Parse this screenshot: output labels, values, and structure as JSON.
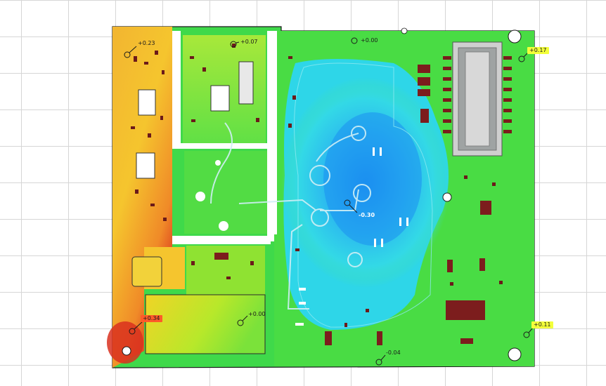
{
  "viewer": {
    "name": "pcb-warpage-deviation-map",
    "colors": {
      "grid": "#d6d6d6",
      "map_hot": "#d9301e",
      "map_warm": "#f2a531",
      "map_neutral": "#c9e81a",
      "map_flat": "#3fd94a",
      "map_cold": "#1b8ff0",
      "label_positive_fill": "#f3ff3a",
      "label_hot_fill": "#ff5a2a"
    }
  },
  "markers": [
    {
      "id": "m1",
      "text": "+0.23",
      "style": "plain"
    },
    {
      "id": "m2",
      "text": "+0.07",
      "style": "plain"
    },
    {
      "id": "m3",
      "text": "+0.00",
      "style": "plain"
    },
    {
      "id": "m4",
      "text": "+0.17",
      "style": "filled-yellow"
    },
    {
      "id": "m5",
      "text": "-0.30",
      "style": "plain-white"
    },
    {
      "id": "m6",
      "text": "+0.34",
      "style": "filled-red"
    },
    {
      "id": "m7",
      "text": "+0.00",
      "style": "plain"
    },
    {
      "id": "m8",
      "text": "-0.04",
      "style": "plain"
    },
    {
      "id": "m9",
      "text": "+0.11",
      "style": "filled-yellow"
    }
  ]
}
